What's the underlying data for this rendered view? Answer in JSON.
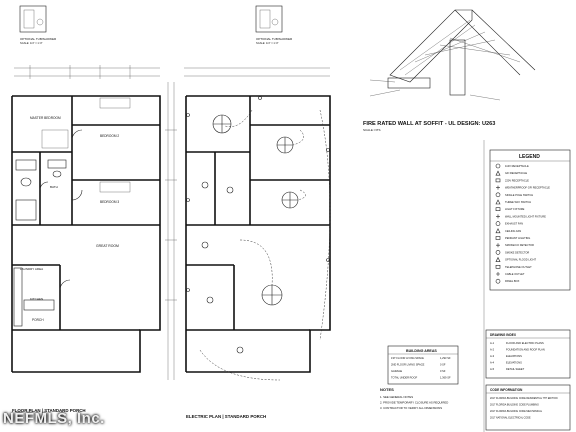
{
  "sheet": {
    "floor_plan_title": "FLOOR PLAN | STANDARD PORCH",
    "electric_plan_title": "ELECTRIC PLAN | STANDARD PORCH",
    "detail_title": "FIRE RATED WALL AT SOFFIT - UL DESIGN: U263",
    "scale_note": "SCALE: NTS",
    "optional_tub_title": "OPTIONAL TUB/SHOWER",
    "optional_tub_scale": "SCALE: 1/4\" = 1'-0\""
  },
  "rooms": {
    "master_bedroom": "MASTER BEDROOM",
    "bedroom_2": "BEDROOM 2",
    "bedroom_3": "BEDROOM 3",
    "bath": "BATH",
    "great_room": "GREAT ROOM",
    "laundry": "LAUNDRY AREA",
    "porch": "PORCH",
    "kitchen": "KITCHEN"
  },
  "legend": {
    "title": "LEGEND",
    "items": [
      "110V RECEPTACLE",
      "GFI RECEPTACLE",
      "220V RECEPTACLE",
      "WEATHERPROOF GFI RECEPTACLE",
      "SINGLE POLE SWITCH",
      "THREE WAY SWITCH",
      "LIGHT FIXTURE",
      "WALL MOUNTED LIGHT FIXTURE",
      "EXHAUST FAN",
      "CEILING FAN",
      "PENDANT LIGHTING",
      "SMOKE/CO DETECTOR",
      "SMOKE DETECTOR",
      "OPTIONAL FLOOD LIGHT",
      "TELEPHONE OUTLET",
      "CABLE OUTLET",
      "PANEL BOX"
    ]
  },
  "building_areas": {
    "title": "BUILDING AREAS",
    "rows": [
      [
        "1ST FLOOR LIVING SPACE",
        "1,293 SF"
      ],
      [
        "2ND FLOOR LIVING SPACE",
        "0 SF"
      ],
      [
        "GARAGE",
        "0 SF"
      ],
      [
        "TOTAL UNDER ROOF",
        "1,369 SF"
      ]
    ]
  },
  "notes": {
    "title": "NOTES",
    "items": [
      "1. SEE GENERAL NOTES",
      "2. PROVIDE TEMPORARY CLOSURE AS REQUIRED",
      "3. CONTRACTOR TO VERIFY ALL DIMENSIONS"
    ]
  },
  "drawing_index": {
    "title": "DRAWING INDEX",
    "rows": [
      [
        "A-1",
        "FLOOR AND ELECTRIC PLANS"
      ],
      [
        "A-2",
        "FOUNDATION AND ROOF PLAN"
      ],
      [
        "A-3",
        "ELEVATIONS"
      ],
      [
        "A-4",
        "ELEVATIONS"
      ],
      [
        "A-5",
        "DETAIL SHEET"
      ]
    ]
  },
  "code_information": {
    "title": "CODE INFORMATION",
    "rows": [
      "2017 FLORIDA BUILDING CODE RESIDENTIAL 7TH EDITION",
      "2017 FLORIDA BUILDING CODE PLUMBING",
      "2017 FLORIDA BUILDING CODE MECHANICAL",
      "2017 NATIONAL ELECTRICAL CODE"
    ]
  },
  "watermark": "NEFMLS, Inc."
}
